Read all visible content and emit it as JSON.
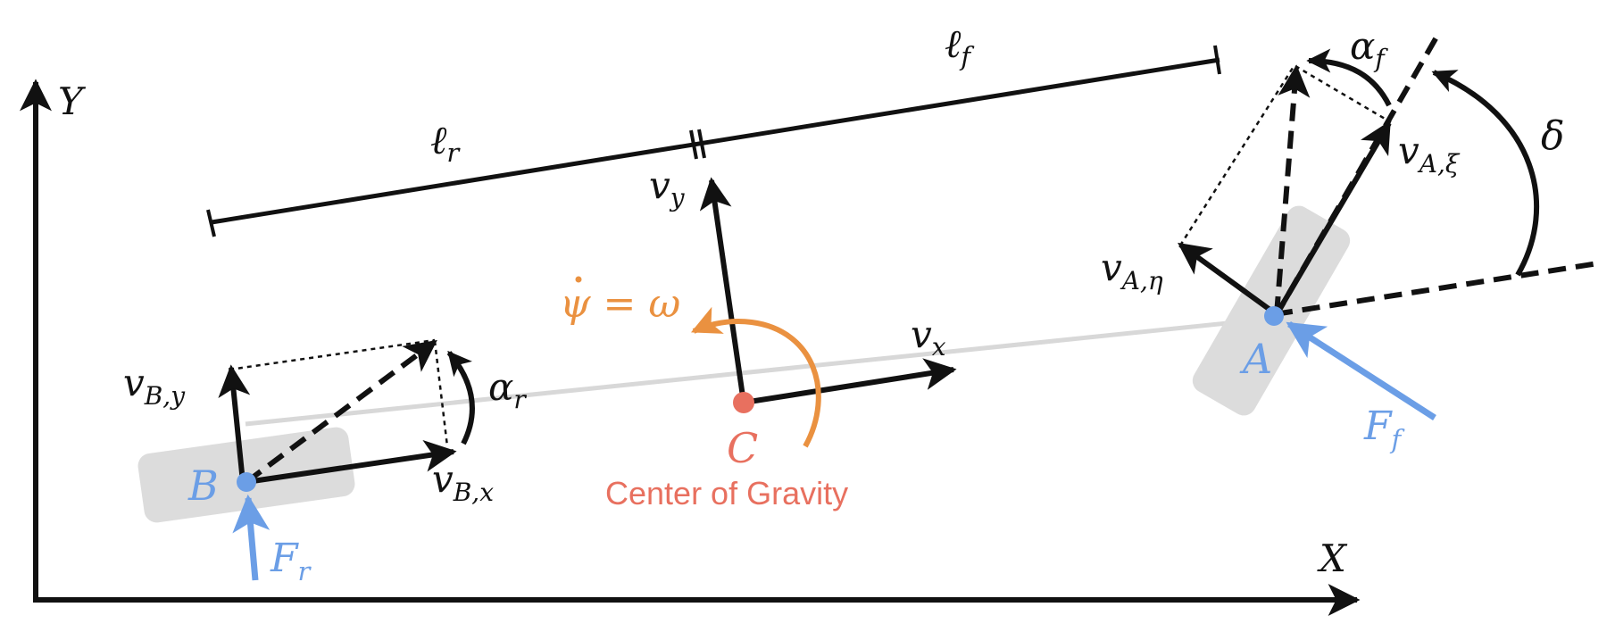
{
  "colors": {
    "ink": "#111111",
    "wheel": "#dcdcdc",
    "body_line": "#d8d8d8",
    "force_blue": "#6b9ee6",
    "cog_red": "#e8705f",
    "yaw_orange": "#ea9140"
  },
  "axes": {
    "x_label": "X",
    "y_label": "Y"
  },
  "dimensions": {
    "rear_length": {
      "base": "ℓ",
      "sub": "r"
    },
    "front_length": {
      "base": "ℓ",
      "sub": "f"
    }
  },
  "points": {
    "rear_axle": "B",
    "front_axle": "A",
    "center": "C",
    "center_caption": "Center of Gravity"
  },
  "velocities": {
    "vx": {
      "base": "v",
      "sub": "x"
    },
    "vy": {
      "base": "v",
      "sub": "y"
    },
    "vBx": {
      "base": "v",
      "sub": "B,x"
    },
    "vBy": {
      "base": "v",
      "sub": "B,y"
    },
    "vAxi": {
      "base": "v",
      "sub": "A,ξ"
    },
    "vAeta": {
      "base": "v",
      "sub": "A,η"
    }
  },
  "angles": {
    "alpha_r": {
      "base": "α",
      "sub": "r"
    },
    "alpha_f": {
      "base": "α",
      "sub": "f"
    },
    "delta": "δ"
  },
  "yaw_rate": {
    "lhs": "ψ",
    "eq": " = ",
    "rhs": "ω"
  },
  "forces": {
    "rear": {
      "base": "F",
      "sub": "r"
    },
    "front": {
      "base": "F",
      "sub": "f"
    }
  }
}
